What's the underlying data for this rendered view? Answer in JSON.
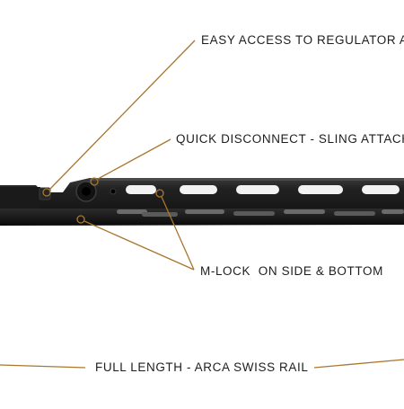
{
  "colors": {
    "callout": "#a9762e",
    "handguard": "#1c1c1c",
    "highlight": "#4a4a4a",
    "text": "#1e1e1e",
    "background": "#ffffff"
  },
  "callouts": {
    "regulator": "EASY ACCESS TO REGULATOR A",
    "quick_disconnect": "QUICK DISCONNECT - SLING ATTACH",
    "mlock": "M-LOCK  ON SIDE & BOTTOM",
    "arca": "FULL LENGTH - ARCA SWISS RAIL"
  }
}
